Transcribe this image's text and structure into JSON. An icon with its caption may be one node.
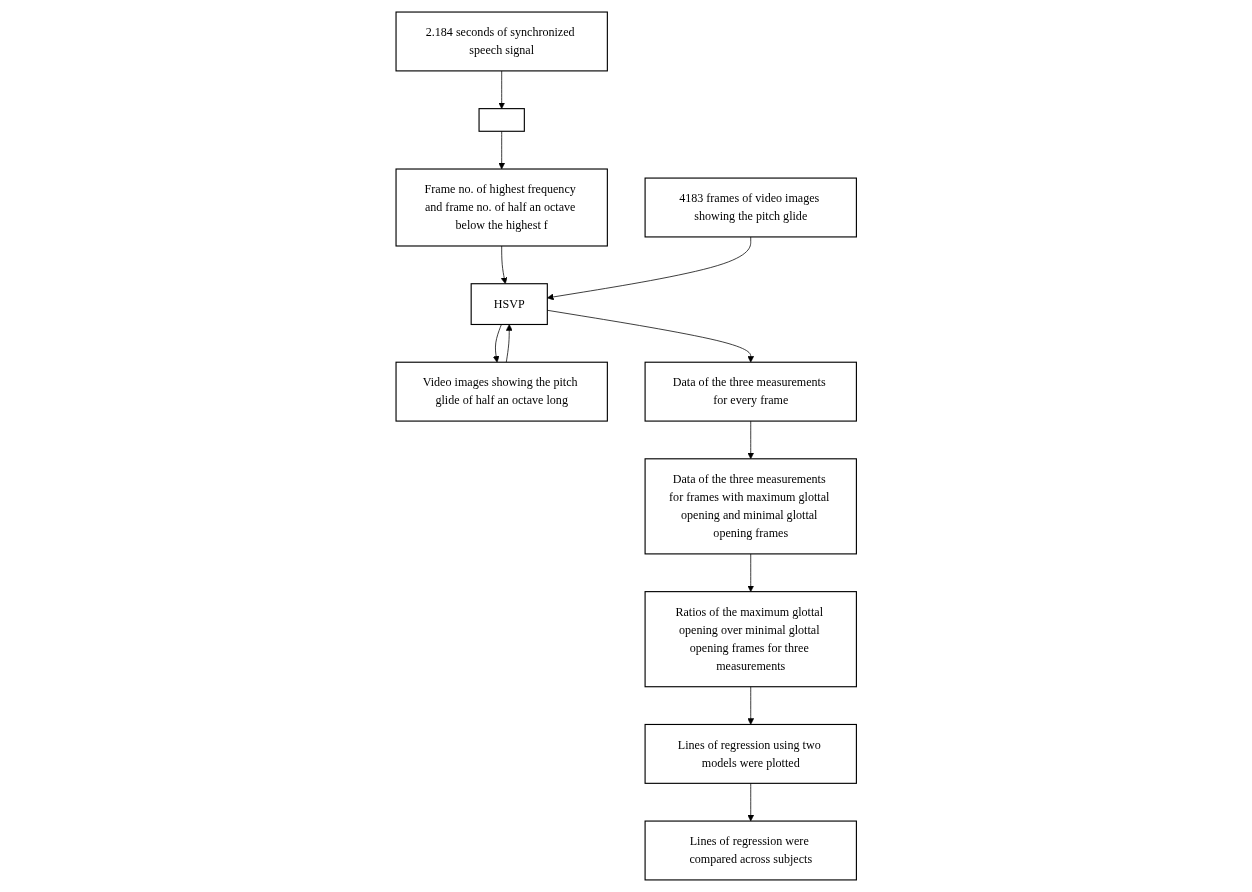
{
  "diagram": {
    "nodes": [
      {
        "text": [
          "2.184 seconds of synchronized speech signal"
        ]
      },
      {
        "text": [],
        "shape": "box"
      },
      {
        "text": [
          "Frame no. of highest frequency and frame no. of half an octave below the highest f"
        ]
      },
      {
        "text": [
          "4183 frames of video images showing the pitch glide"
        ]
      },
      {
        "text": [
          "Video images showing the pitch glide of half an octave long"
        ]
      },
      {
        "text": [
          "HSVP"
        ]
      },
      {
        "text": [
          "Data of the three measurements for every frame"
        ]
      },
      {
        "text": [
          "Data of the three measurements for frames with maximum glottal opening and minimal glottal opening frames"
        ]
      },
      {
        "text": [
          "Ratios of the maximum glottal opening over minimal glottal opening frames for three measurements"
        ]
      },
      {
        "text": [
          "Lines of regression using two models were plotted"
        ]
      },
      {
        "text": [
          "Lines of regression were compared across subjects"
        ]
      }
    ],
    "edges": [
      {
        "from": 0,
        "to": 1,
        "arrow": "to"
      },
      {
        "from": 1,
        "to": 2,
        "arrow": "to"
      },
      {
        "from": 2,
        "to": 5,
        "arrow": "to"
      },
      {
        "from": 3,
        "to": 5,
        "arrow": "to"
      },
      {
        "from": 5,
        "to": 4,
        "arrow": "to"
      },
      {
        "from": 4,
        "to": 5,
        "arrow": "to"
      },
      {
        "from": 5,
        "to": 6,
        "arrow": "to"
      },
      {
        "from": 6,
        "to": 7,
        "arrow": "to"
      },
      {
        "from": 7,
        "to": 8,
        "arrow": "to"
      },
      {
        "from": 8,
        "to": 9,
        "arrow": "to"
      },
      {
        "from": 9,
        "to": 10,
        "arrow": "to"
      }
    ]
  }
}
